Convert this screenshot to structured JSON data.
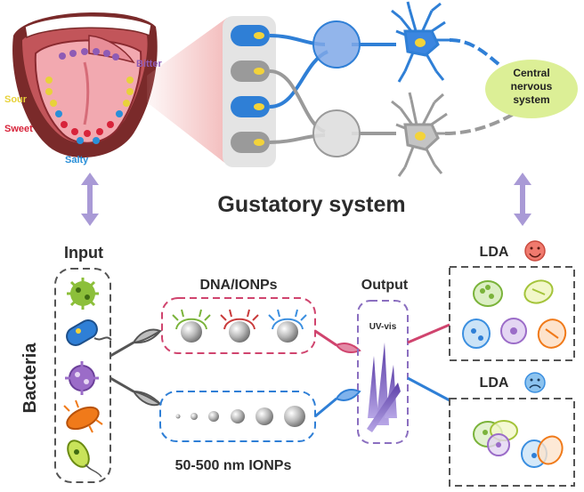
{
  "tongue": {
    "tastes": [
      {
        "label": "Bitter",
        "color": "#8e5bb5"
      },
      {
        "label": "Sour",
        "color": "#e8d23a"
      },
      {
        "label": "Sweet",
        "color": "#d8233a"
      },
      {
        "label": "Salty",
        "color": "#2a8fd8"
      }
    ]
  },
  "nervous_system": {
    "line1": "Central",
    "line2": "nervous",
    "line3": "system"
  },
  "title": "Gustatory system",
  "input": {
    "title": "Input",
    "side_label": "Bacteria"
  },
  "dna_box": {
    "title": "DNA/IONPs"
  },
  "ionp_box": {
    "caption": "50-500 nm IONPs"
  },
  "output": {
    "title": "Output",
    "instrument": "UV-vis"
  },
  "lda": [
    {
      "label": "LDA",
      "face": "happy"
    },
    {
      "label": "LDA",
      "face": "sad"
    }
  ],
  "colors": {
    "blue": "#2f7fd6",
    "gray": "#9a9a9a",
    "pink": "#d0446e",
    "purple_arrow": "#a99ad6",
    "output_box": "#8b6fc0",
    "ellipse_green": "#dcef96"
  }
}
